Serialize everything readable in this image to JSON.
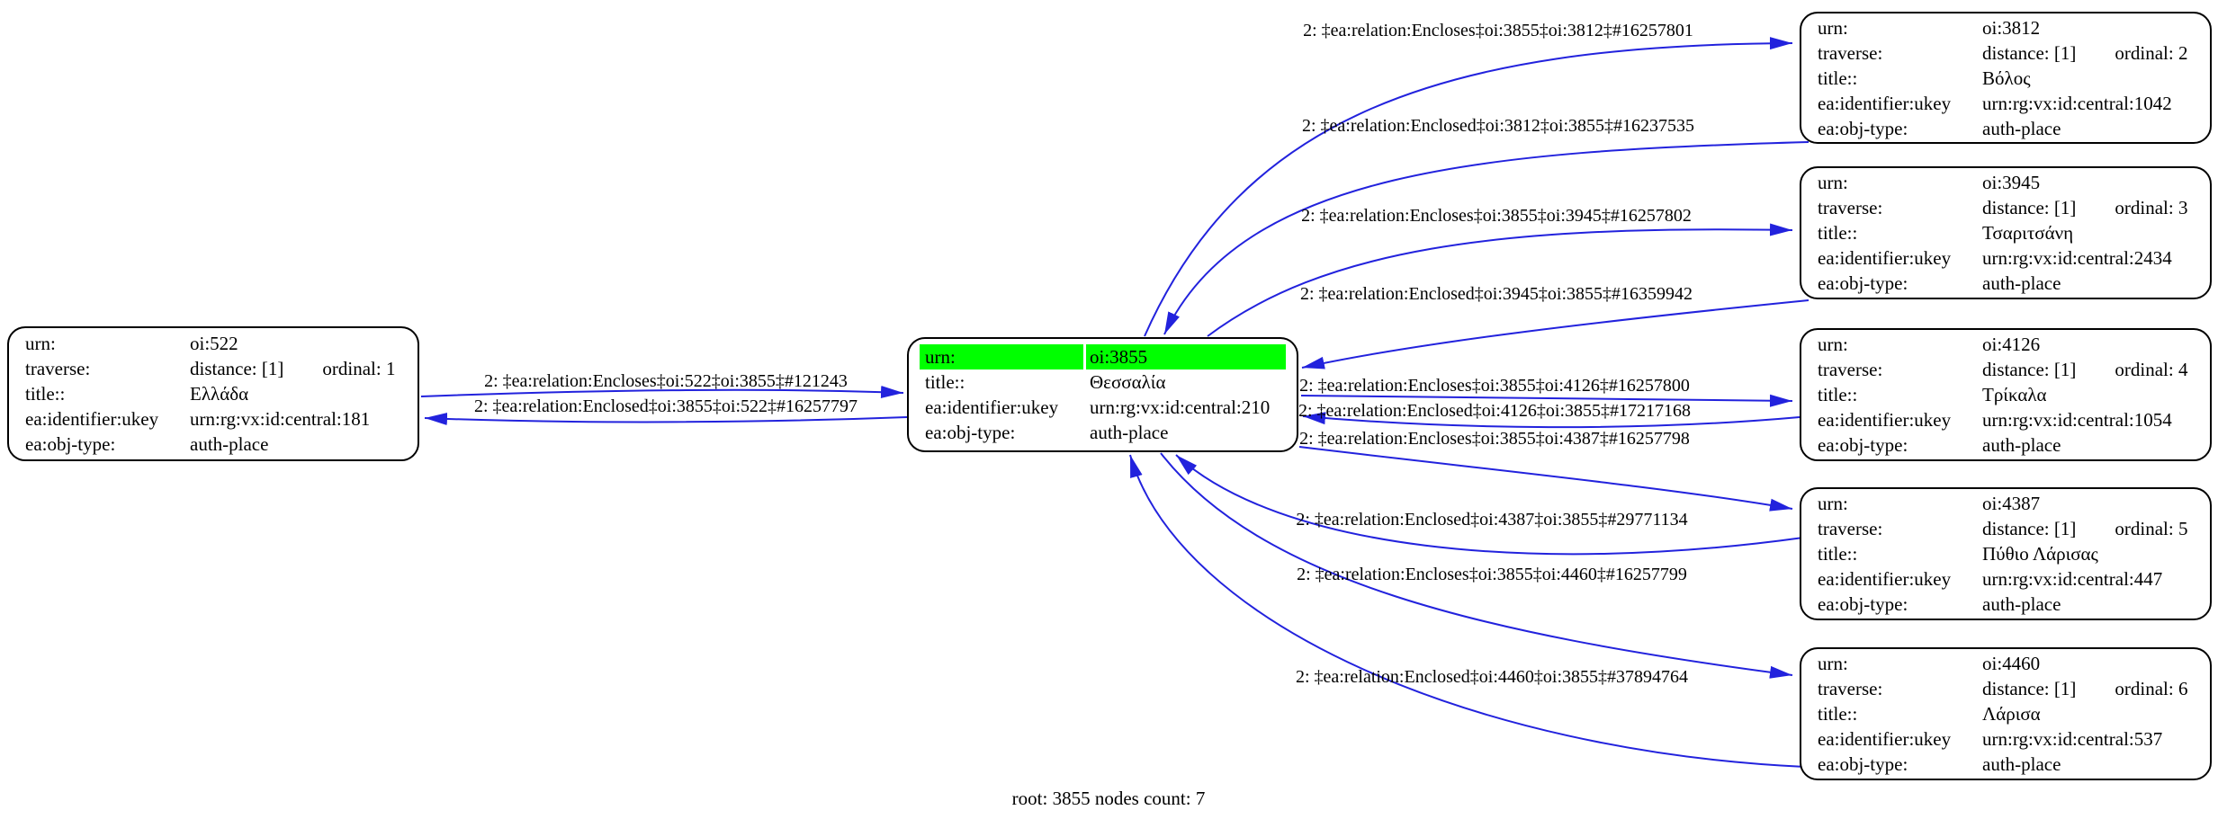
{
  "caption": "root: 3855 nodes count: 7",
  "colors": {
    "edge": "#2222dd",
    "highlight": "#00ff00",
    "node_border": "#000000",
    "background": "#ffffff"
  },
  "nodes": [
    {
      "id": "oi:522",
      "rows": [
        {
          "key": "urn:",
          "value": "oi:522"
        },
        {
          "key": "traverse:",
          "value": "distance: [1]",
          "value2": "ordinal: 1"
        },
        {
          "key": "title::",
          "value": "Ελλάδα"
        },
        {
          "key": "ea:identifier:ukey",
          "value": "urn:rg:vx:id:central:181"
        },
        {
          "key": "ea:obj-type:",
          "value": "auth-place"
        }
      ]
    },
    {
      "id": "oi:3855",
      "highlighted_row": "urn",
      "rows": [
        {
          "key": "urn:",
          "value": "oi:3855"
        },
        {
          "key": "title::",
          "value": "Θεσσαλία"
        },
        {
          "key": "ea:identifier:ukey",
          "value": "urn:rg:vx:id:central:210"
        },
        {
          "key": "ea:obj-type:",
          "value": "auth-place"
        }
      ]
    },
    {
      "id": "oi:3812",
      "rows": [
        {
          "key": "urn:",
          "value": "oi:3812"
        },
        {
          "key": "traverse:",
          "value": "distance: [1]",
          "value2": "ordinal: 2"
        },
        {
          "key": "title::",
          "value": "Βόλος"
        },
        {
          "key": "ea:identifier:ukey",
          "value": "urn:rg:vx:id:central:1042"
        },
        {
          "key": "ea:obj-type:",
          "value": "auth-place"
        }
      ]
    },
    {
      "id": "oi:3945",
      "rows": [
        {
          "key": "urn:",
          "value": "oi:3945"
        },
        {
          "key": "traverse:",
          "value": "distance: [1]",
          "value2": "ordinal: 3"
        },
        {
          "key": "title::",
          "value": "Τσαριτσάνη"
        },
        {
          "key": "ea:identifier:ukey",
          "value": "urn:rg:vx:id:central:2434"
        },
        {
          "key": "ea:obj-type:",
          "value": "auth-place"
        }
      ]
    },
    {
      "id": "oi:4126",
      "rows": [
        {
          "key": "urn:",
          "value": "oi:4126"
        },
        {
          "key": "traverse:",
          "value": "distance: [1]",
          "value2": "ordinal: 4"
        },
        {
          "key": "title::",
          "value": "Τρίκαλα"
        },
        {
          "key": "ea:identifier:ukey",
          "value": "urn:rg:vx:id:central:1054"
        },
        {
          "key": "ea:obj-type:",
          "value": "auth-place"
        }
      ]
    },
    {
      "id": "oi:4387",
      "rows": [
        {
          "key": "urn:",
          "value": "oi:4387"
        },
        {
          "key": "traverse:",
          "value": "distance: [1]",
          "value2": "ordinal: 5"
        },
        {
          "key": "title::",
          "value": "Πύθιο Λάρισας"
        },
        {
          "key": "ea:identifier:ukey",
          "value": "urn:rg:vx:id:central:447"
        },
        {
          "key": "ea:obj-type:",
          "value": "auth-place"
        }
      ]
    },
    {
      "id": "oi:4460",
      "rows": [
        {
          "key": "urn:",
          "value": "oi:4460"
        },
        {
          "key": "traverse:",
          "value": "distance: [1]",
          "value2": "ordinal: 6"
        },
        {
          "key": "title::",
          "value": "Λάρισα"
        },
        {
          "key": "ea:identifier:ukey",
          "value": "urn:rg:vx:id:central:537"
        },
        {
          "key": "ea:obj-type:",
          "value": "auth-place"
        }
      ]
    }
  ],
  "edge_labels": [
    {
      "text": "2: ‡ea:relation:Encloses‡oi:522‡oi:3855‡#121243"
    },
    {
      "text": "2: ‡ea:relation:Enclosed‡oi:3855‡oi:522‡#16257797"
    },
    {
      "text": "2: ‡ea:relation:Encloses‡oi:3855‡oi:3812‡#16257801"
    },
    {
      "text": "2: ‡ea:relation:Enclosed‡oi:3812‡oi:3855‡#16237535"
    },
    {
      "text": "2: ‡ea:relation:Encloses‡oi:3855‡oi:3945‡#16257802"
    },
    {
      "text": "2: ‡ea:relation:Enclosed‡oi:3945‡oi:3855‡#16359942"
    },
    {
      "text": "2: ‡ea:relation:Encloses‡oi:3855‡oi:4126‡#16257800"
    },
    {
      "text": "2: ‡ea:relation:Enclosed‡oi:4126‡oi:3855‡#17217168"
    },
    {
      "text": "2: ‡ea:relation:Encloses‡oi:3855‡oi:4387‡#16257798"
    },
    {
      "text": "2: ‡ea:relation:Enclosed‡oi:4387‡oi:3855‡#29771134"
    },
    {
      "text": "2: ‡ea:relation:Encloses‡oi:3855‡oi:4460‡#16257799"
    },
    {
      "text": "2: ‡ea:relation:Enclosed‡oi:4460‡oi:3855‡#37894764"
    }
  ]
}
